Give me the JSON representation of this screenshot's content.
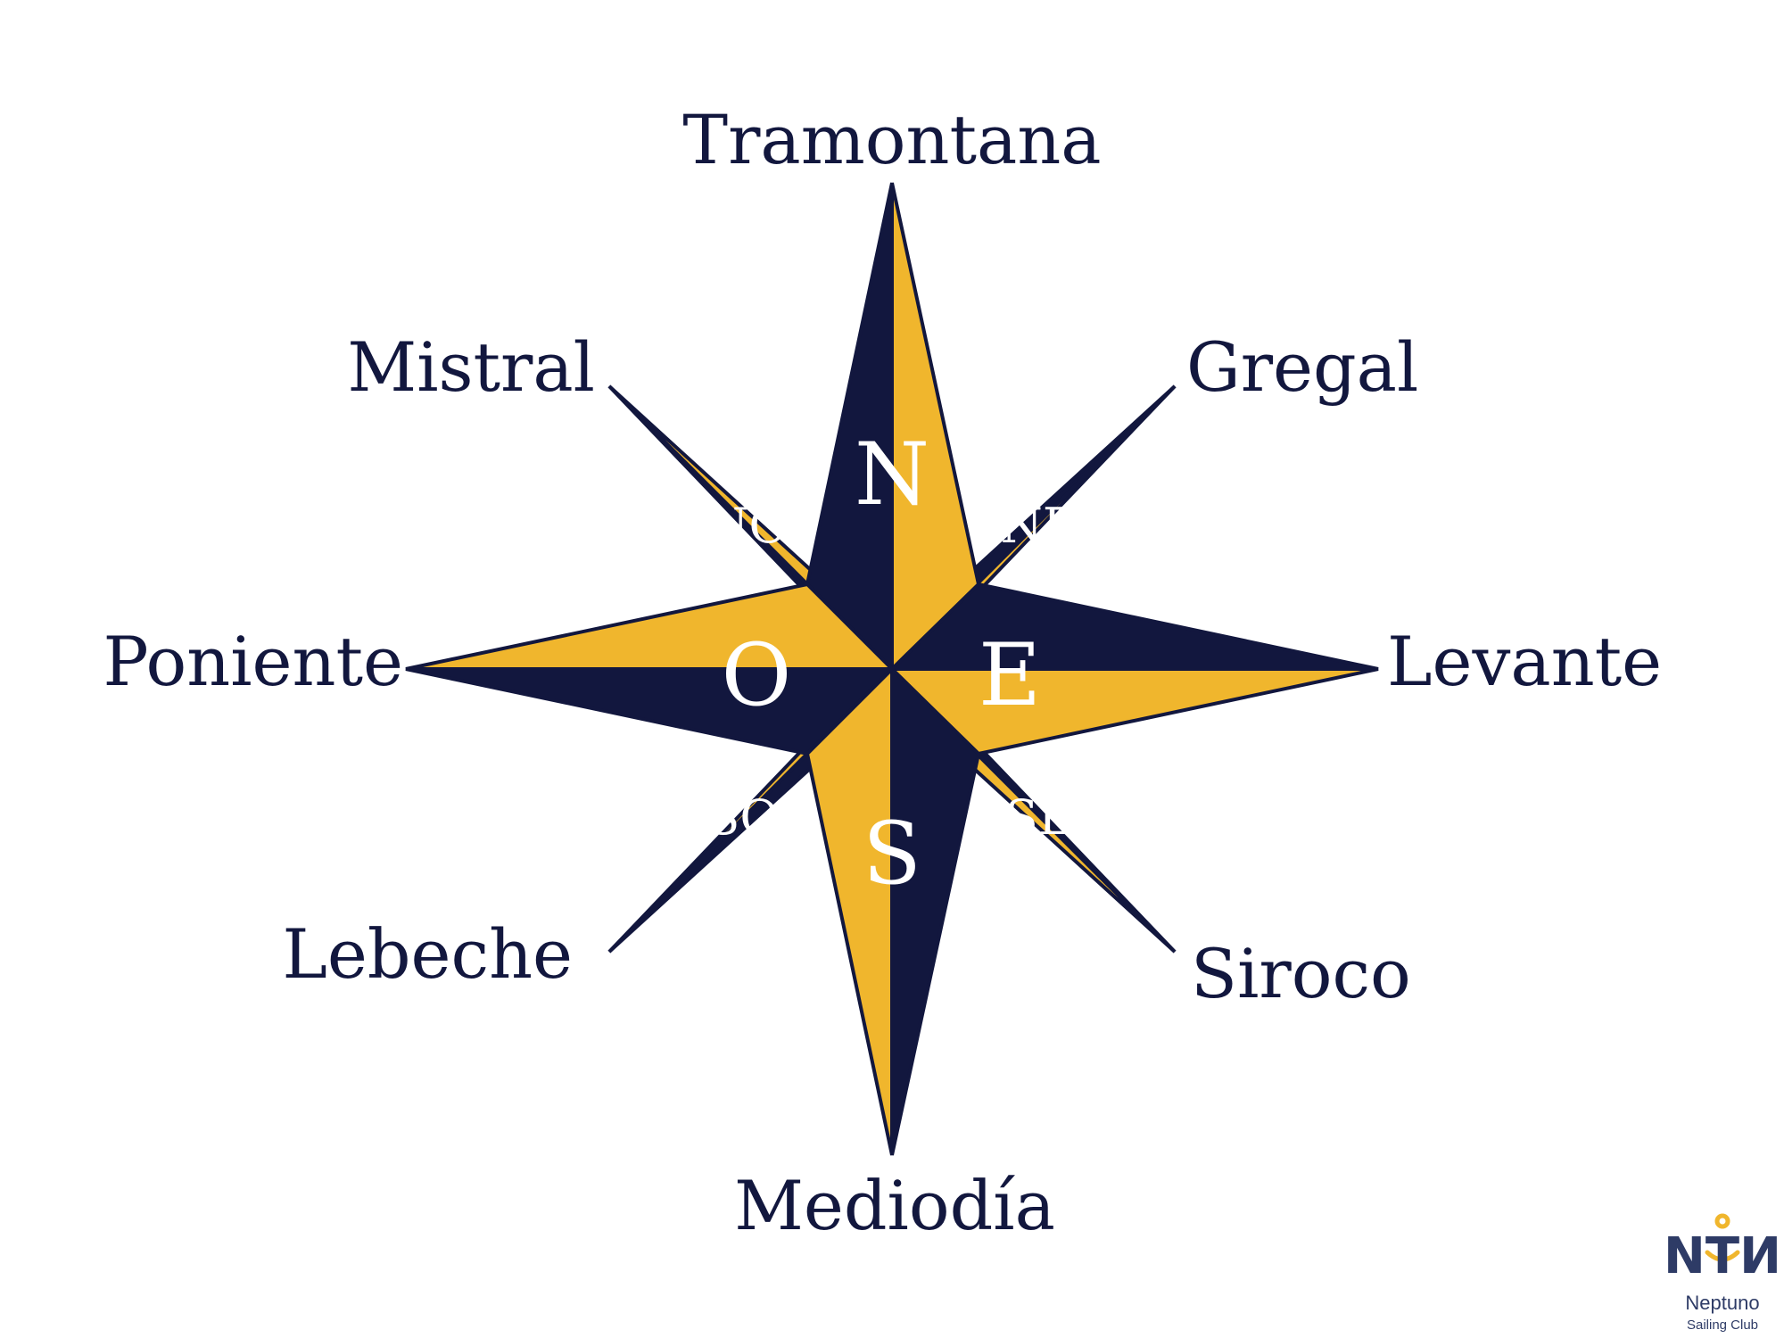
{
  "winds": {
    "n": "Tramontana",
    "ne": "Gregal",
    "e": "Levante",
    "se": "Siroco",
    "s": "Mediodía",
    "sw": "Lebeche",
    "w": "Poniente",
    "nw": "Mistral"
  },
  "cardinals": {
    "n": "N",
    "e": "E",
    "s": "S",
    "w": "O"
  },
  "intercardinals": {
    "ne": "NE",
    "se": "SE",
    "sw": "SO",
    "nw": "NO"
  },
  "colors": {
    "navy": "#12173e",
    "gold": "#f0b62d",
    "logo_navy": "#2e3b66"
  },
  "logo": {
    "mark": "NTИ",
    "name": "Neptuno",
    "tagline": "Sailing Club"
  }
}
